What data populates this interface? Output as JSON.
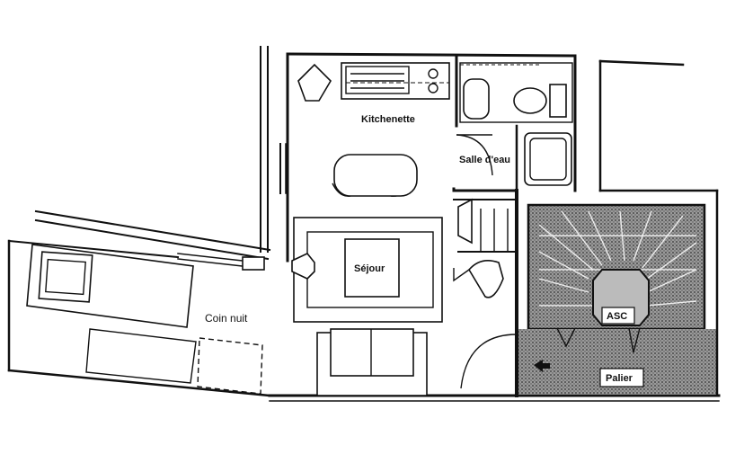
{
  "rooms": {
    "kitchenette": "Kitchenette",
    "salle_deau": "Salle d'eau",
    "sejour": "Séjour",
    "coin_nuit": "Coin nuit",
    "asc": "ASC",
    "palier": "Palier"
  },
  "colors": {
    "ink": "#111111",
    "hatch": "#444444",
    "paper": "#ffffff"
  }
}
